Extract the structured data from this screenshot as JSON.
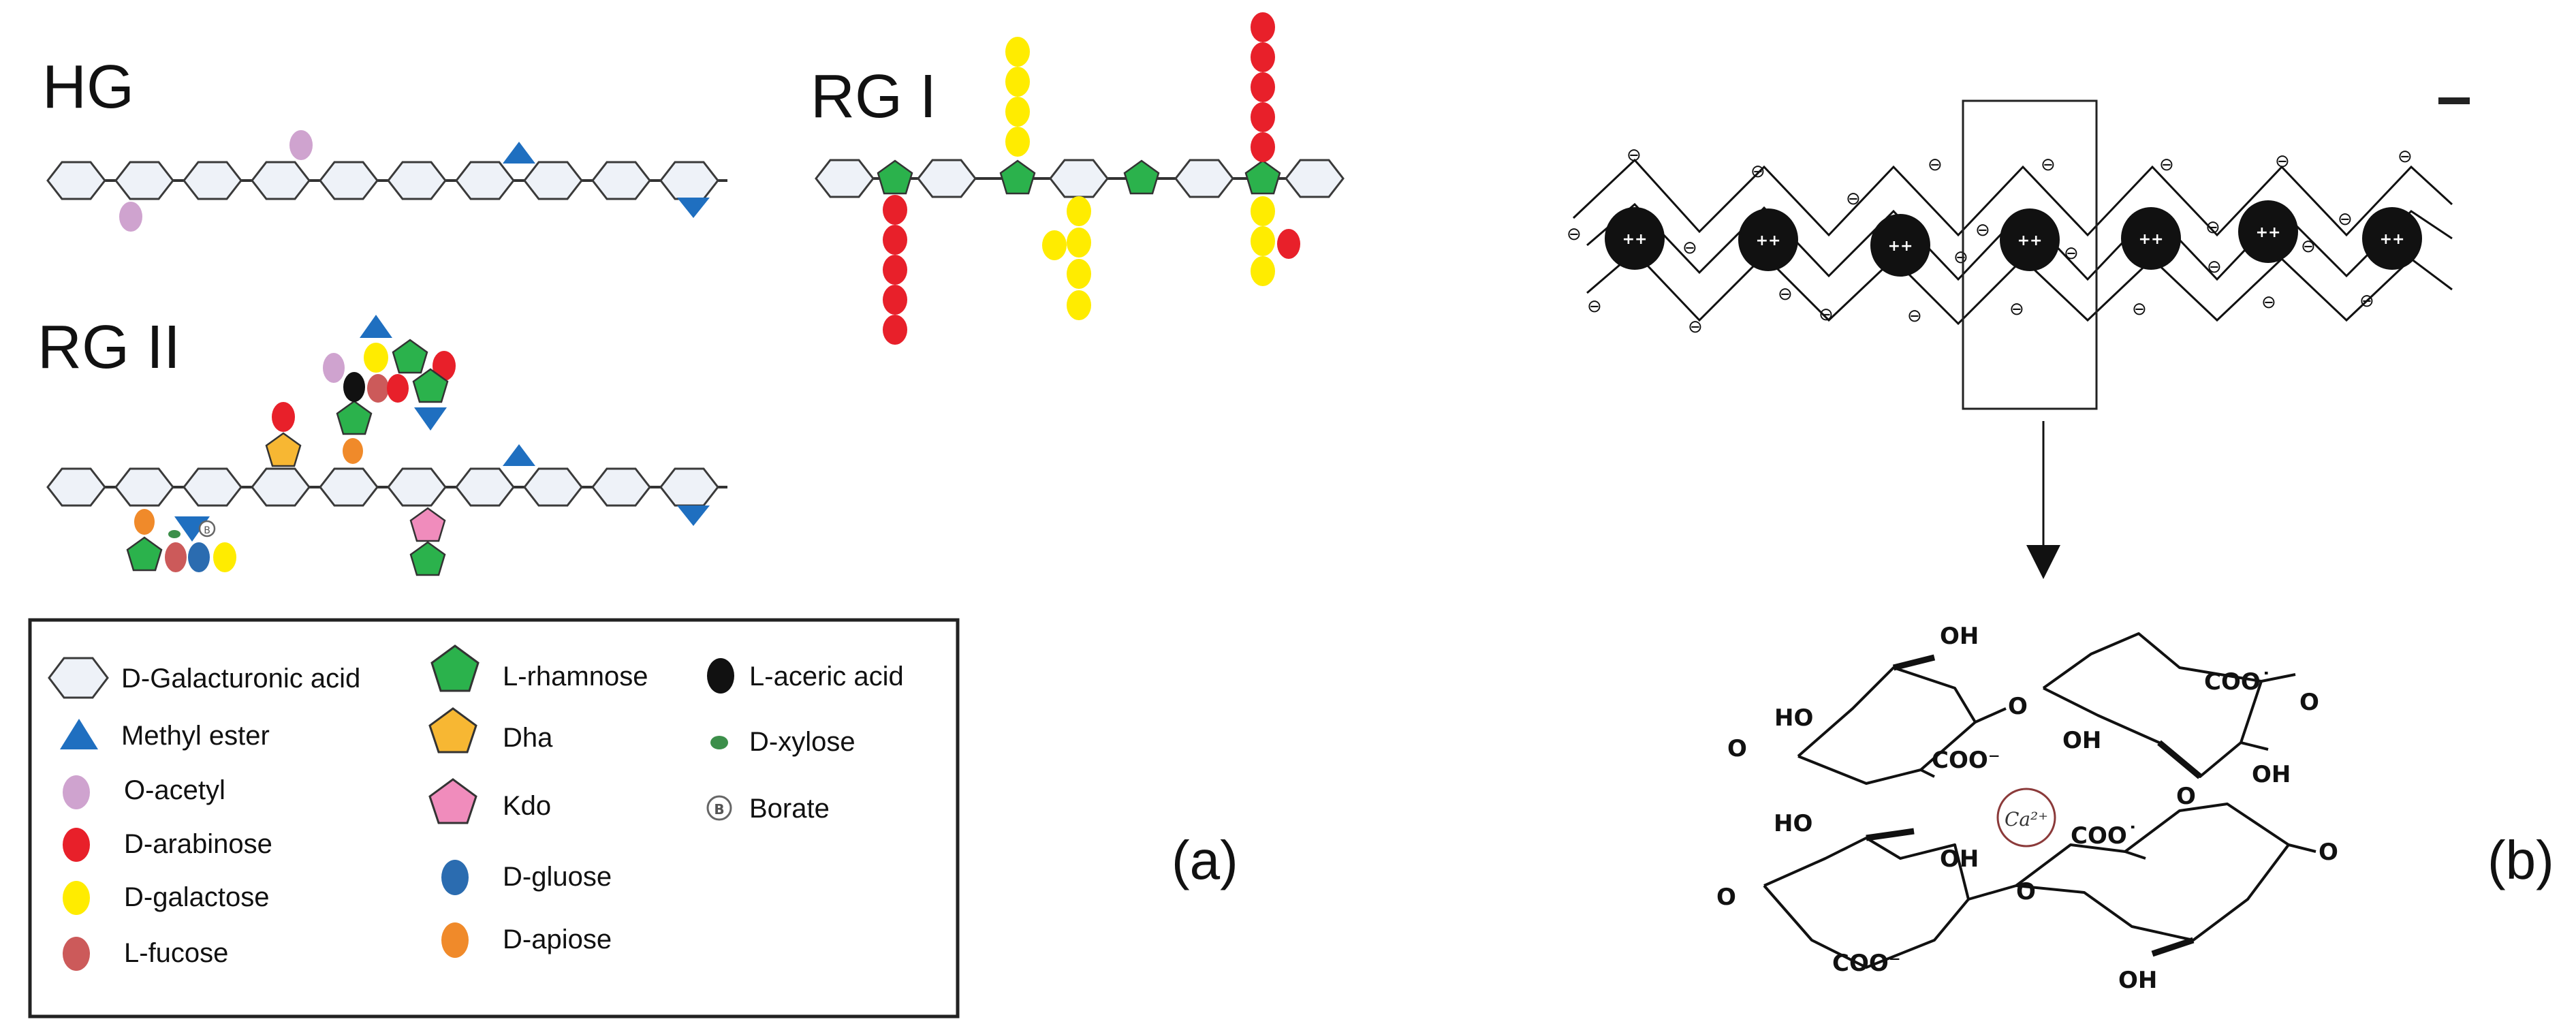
{
  "panel_a": {
    "titles": {
      "hg": "HG",
      "rg1": "RG I",
      "rg2": "RG II"
    },
    "caption": "(a)"
  },
  "legend": {
    "items": [
      {
        "label": "D-Galacturonic acid",
        "shape": "hexagon",
        "color": "#eef2f8"
      },
      {
        "label": "Methyl ester",
        "shape": "triangle",
        "color": "#1f6fc0"
      },
      {
        "label": "O-acetyl",
        "shape": "ellipse",
        "color": "#cfa3cf"
      },
      {
        "label": "D-arabinose",
        "shape": "ellipse",
        "color": "#e8202a"
      },
      {
        "label": "D-galactose",
        "shape": "ellipse",
        "color": "#ffec00"
      },
      {
        "label": "L-fucose",
        "shape": "ellipse",
        "color": "#cc5a5a"
      },
      {
        "label": "L-rhamnose",
        "shape": "pentagon",
        "color": "#2bb24c"
      },
      {
        "label": "Dha",
        "shape": "pentagon",
        "color": "#f7b733"
      },
      {
        "label": "Kdo",
        "shape": "pentagon",
        "color": "#f08cbc"
      },
      {
        "label": "D-gluose",
        "shape": "ellipse",
        "color": "#2b6cb0"
      },
      {
        "label": "D-apiose",
        "shape": "ellipse",
        "color": "#f08a2a"
      },
      {
        "label": "L-aceric acid",
        "shape": "ellipse",
        "color": "#111111"
      },
      {
        "label": "D-xylose",
        "shape": "small-ellipse",
        "color": "#3c8f4a"
      },
      {
        "label": "Borate",
        "shape": "circled-b",
        "color": "#777777"
      }
    ]
  },
  "panel_b": {
    "caption": "(b)",
    "cation_label": "++",
    "charge_symbol": "⊖",
    "structure_labels": {
      "oh": "OH",
      "ho": "HO",
      "coo_minus": "COO⁻",
      "coo_dot": "COO˙",
      "o": "O",
      "ca": "Ca²⁺"
    }
  }
}
